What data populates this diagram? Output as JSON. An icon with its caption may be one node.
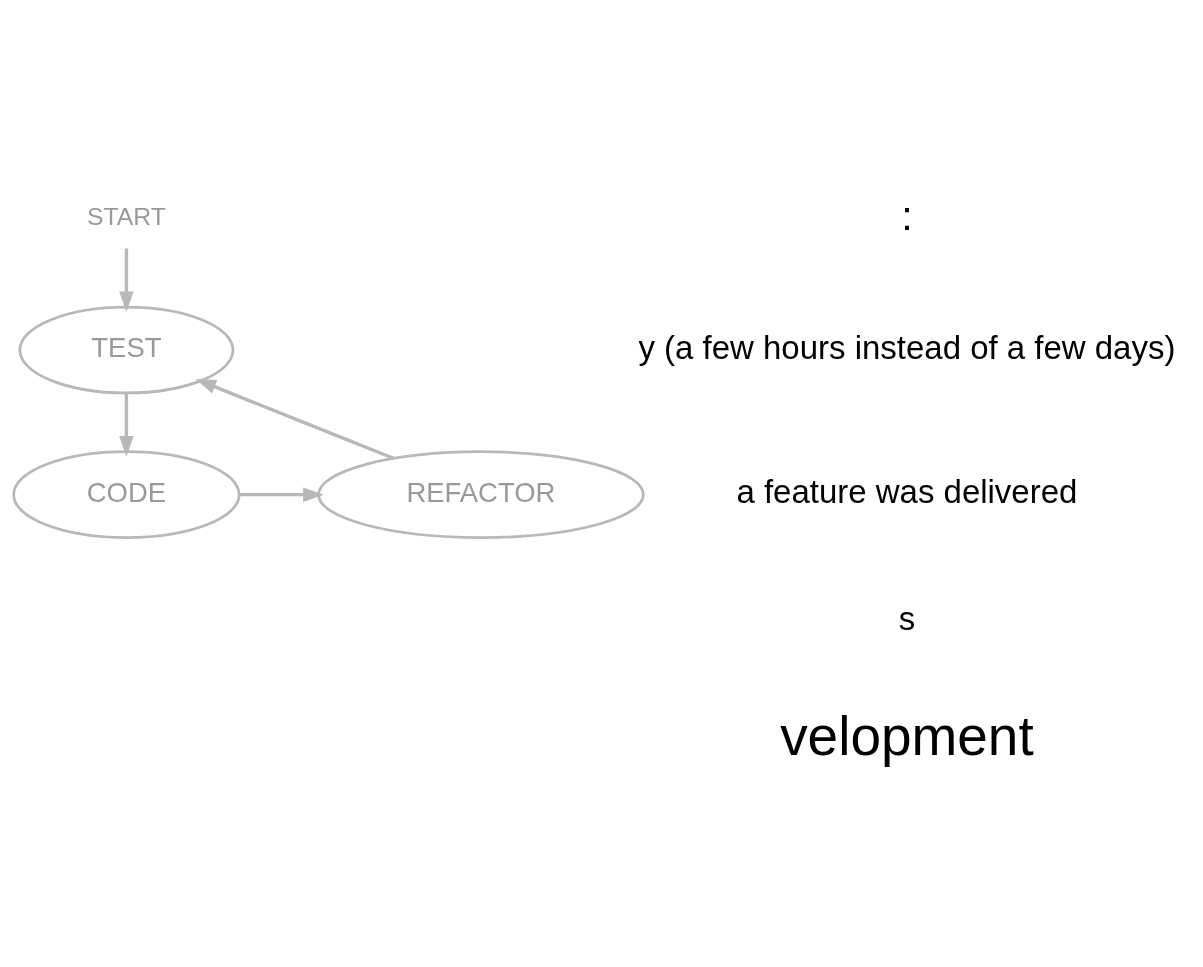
{
  "diagram": {
    "nodes": [
      {
        "text": [
          "START"
        ]
      },
      {
        "text": [
          "TEST"
        ]
      },
      {
        "text": [
          "CODE"
        ]
      },
      {
        "text": [
          "REFACTOR"
        ]
      }
    ],
    "edges": [
      {
        "from": 0,
        "to": 1,
        "arrow": "to"
      },
      {
        "from": 1,
        "to": 2,
        "arrow": "to"
      },
      {
        "from": 2,
        "to": 3,
        "arrow": "to"
      },
      {
        "from": 3,
        "to": 1,
        "arrow": "to"
      }
    ],
    "labels": [
      ":",
      "y (a few hours instead of a few days)",
      "a feature was delivered",
      "s",
      "velopment"
    ]
  }
}
